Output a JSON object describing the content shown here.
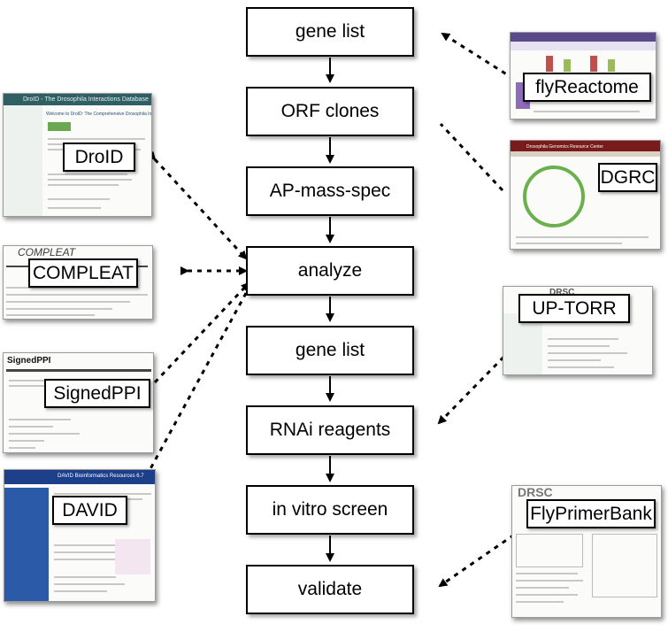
{
  "pipeline": {
    "steps": [
      "gene list",
      "ORF clones",
      "AP-mass-spec",
      "analyze",
      "gene list",
      "RNAi reagents",
      "in vitro screen",
      "validate"
    ]
  },
  "resources": {
    "droid": {
      "label": "DroID",
      "header_text": "DroID - The Drosophila Interactions Database",
      "page_heading": "Welcome to DroID: The Comprehensive Drosophila Interactions Database"
    },
    "compleat": {
      "label": "COMPLEAT",
      "logo_text": "COMPLEAT"
    },
    "signedppi": {
      "label": "SignedPPI",
      "page_title": "SignedPPI"
    },
    "david": {
      "label": "DAVID",
      "header_text": "DAVID Bioinformatics Resources 6.7"
    },
    "flyreactome": {
      "label": "flyReactome"
    },
    "dgrc": {
      "label": "DGRC",
      "header_text": "Drosophila Genomics Resource Center"
    },
    "uptorr": {
      "label": "UP-TORR",
      "header_text": "DRSC"
    },
    "flyprimerbank": {
      "label": "FlyPrimerBank",
      "header_text": "DRSC"
    }
  }
}
